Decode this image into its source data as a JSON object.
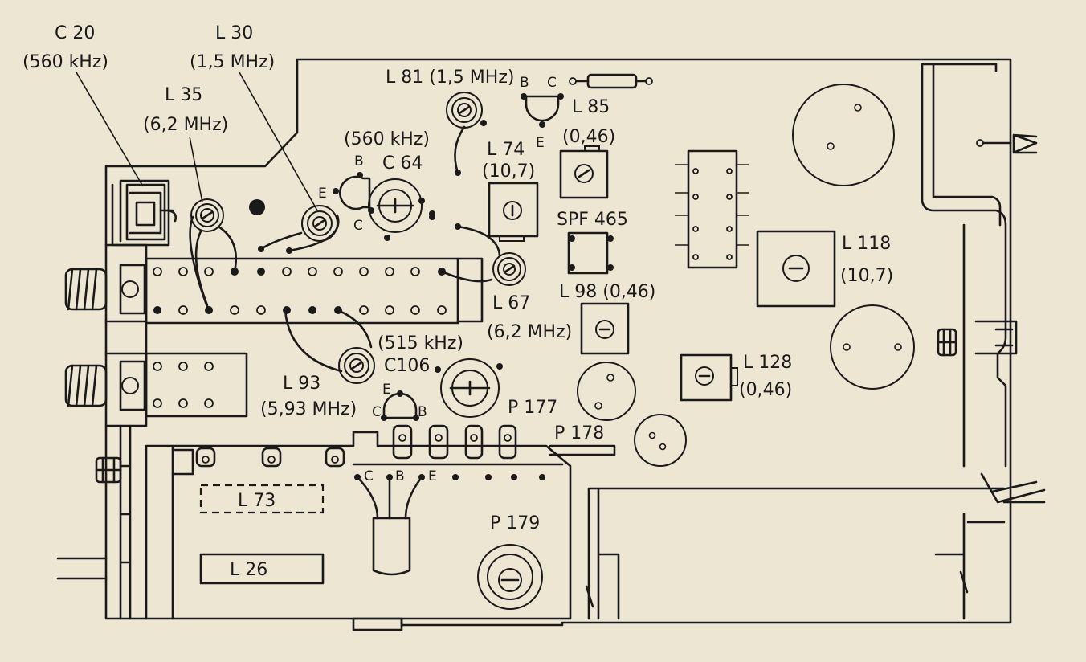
{
  "diagram": {
    "labels": {
      "c20": "C 20",
      "c20_freq": "(560 kHz)",
      "l30": "L 30",
      "l30_freq": "(1,5 MHz)",
      "l35": "L 35",
      "l35_freq": "(6,2 MHz)",
      "l81": "L 81 (1,5 MHz)",
      "c64_freq": "(560 kHz)",
      "c64": "C 64",
      "l85": "L 85",
      "l85_val": "(0,46)",
      "l74": "L 74",
      "l74_val": "(10,7)",
      "spf465": "SPF 465",
      "l118": "L 118",
      "l118_val": "(10,7)",
      "l67": "L 67",
      "l67_freq": "(6,2 MHz)",
      "l98": "L 98 (0,46)",
      "c106_freq": "(515 kHz)",
      "c106": "C106",
      "l93": "L 93",
      "l93_freq": "(5,93 MHz)",
      "l128": "L 128",
      "l128_val": "(0,46)",
      "p177": "P 177",
      "p178": "P 178",
      "p179": "P 179",
      "l73": "L 73",
      "l26": "L 26"
    },
    "pins": {
      "b": "B",
      "c": "C",
      "e": "E"
    }
  }
}
